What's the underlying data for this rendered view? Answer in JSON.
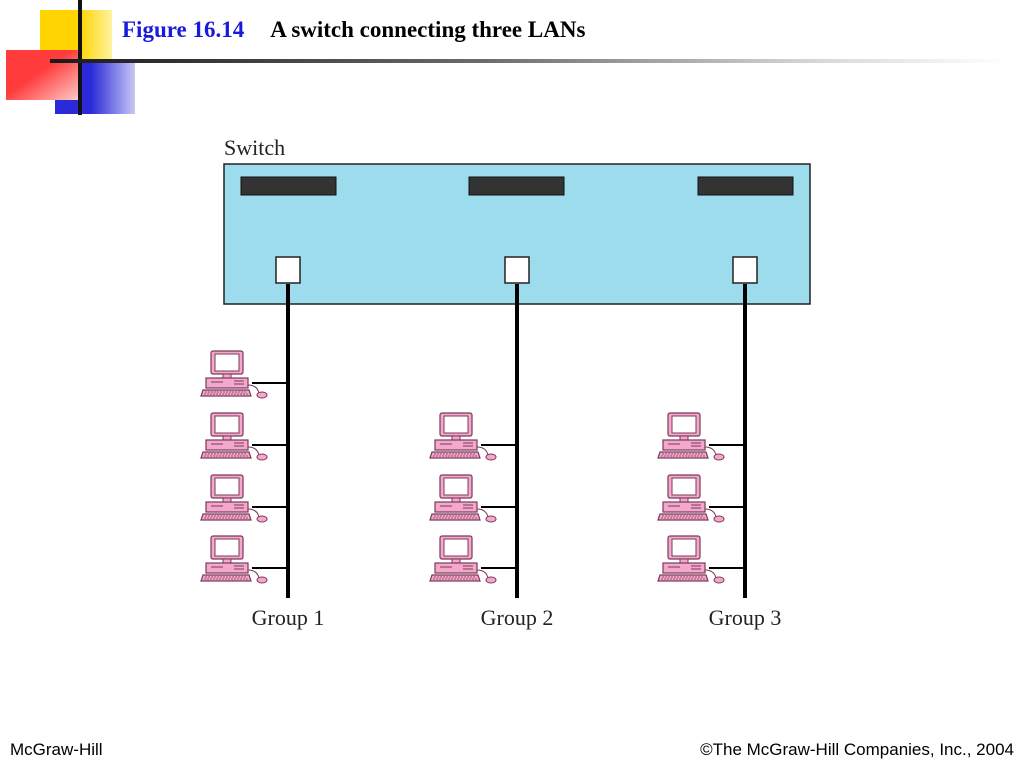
{
  "slide": {
    "figure_number": "Figure 16.14",
    "title": "A switch connecting three LANs"
  },
  "diagram": {
    "switch_label": "Switch",
    "switch_color": "#9ddcec",
    "computer_color": "#f4a8cc",
    "groups": [
      {
        "label": "Group 1",
        "computers": 4
      },
      {
        "label": "Group 2",
        "computers": 3
      },
      {
        "label": "Group 3",
        "computers": 3
      }
    ]
  },
  "footer": {
    "left": "McGraw-Hill",
    "right": "©The McGraw-Hill Companies, Inc., 2004"
  },
  "colors": {
    "title_accent": "#1a1adb",
    "deco_yellow": "#ffd400",
    "deco_red": "#ff3b3b",
    "deco_blue": "#2a2ad8"
  }
}
